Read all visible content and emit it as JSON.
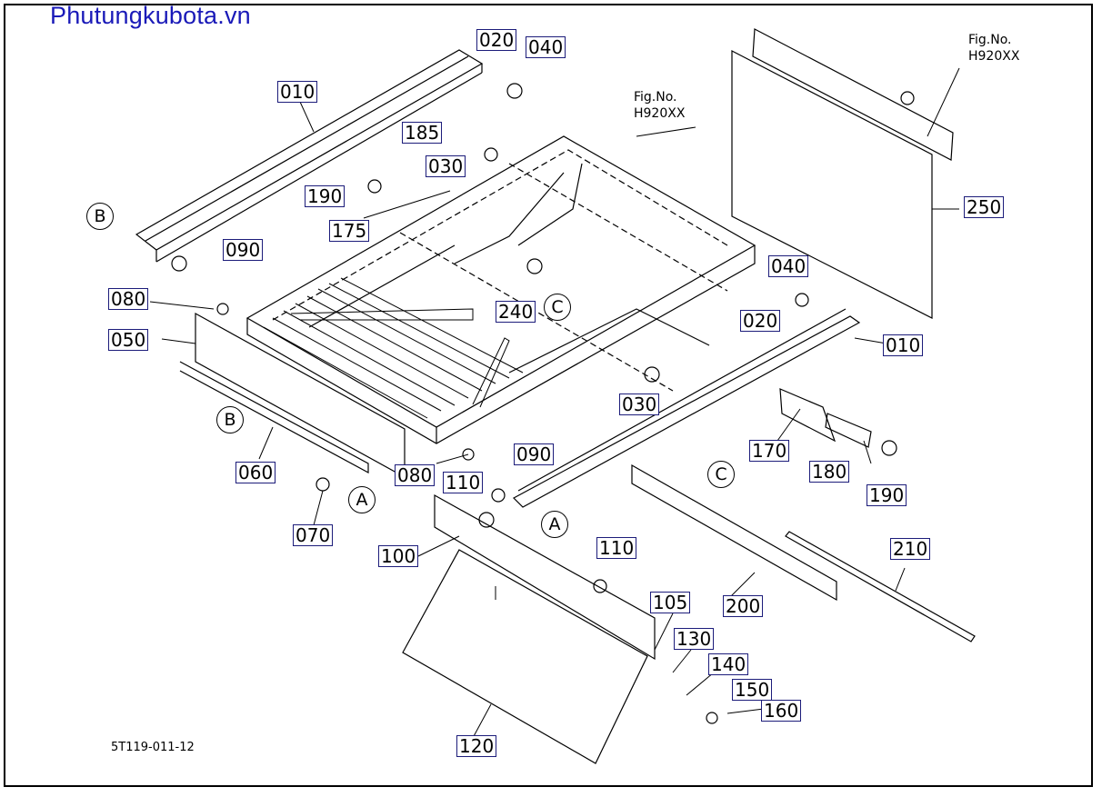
{
  "watermark": "Phutungkubota.vn",
  "diagram_code": "5T119-011-12",
  "fig_refs": [
    {
      "line1": "Fig.No.",
      "line2": "H920XX"
    },
    {
      "line1": "Fig.No.",
      "line2": "H920XX"
    }
  ],
  "parts": [
    "010",
    "020",
    "040",
    "185",
    "030",
    "190",
    "175",
    "090",
    "080",
    "050",
    "060",
    "070",
    "080",
    "090",
    "110",
    "100",
    "240",
    "020",
    "040",
    "010",
    "250",
    "030",
    "170",
    "180",
    "190",
    "200",
    "210",
    "110",
    "105",
    "130",
    "140",
    "150",
    "160",
    "120"
  ],
  "refs": [
    "B",
    "B",
    "C",
    "C",
    "A",
    "A"
  ],
  "colors": {
    "label_border": "#1c1c7a",
    "watermark": "#1a1ab8",
    "line": "#000000"
  }
}
